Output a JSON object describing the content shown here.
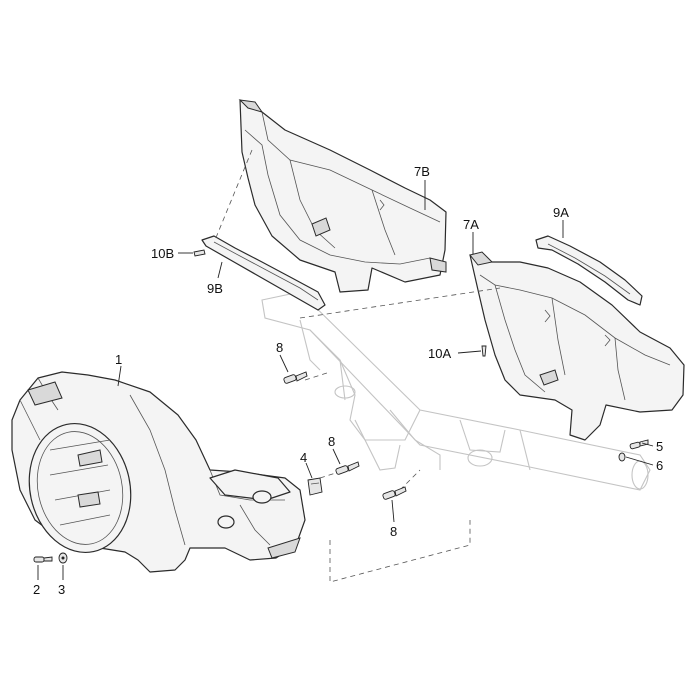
{
  "labels": {
    "l1": "1",
    "l2": "2",
    "l3": "3",
    "l4": "4",
    "l5": "5",
    "l6": "6",
    "l7a": "7A",
    "l7b": "7B",
    "l8a": "8",
    "l8b": "8",
    "l8c": "8",
    "l9a": "9A",
    "l9b": "9B",
    "l10a": "10A",
    "l10b": "10B"
  }
}
